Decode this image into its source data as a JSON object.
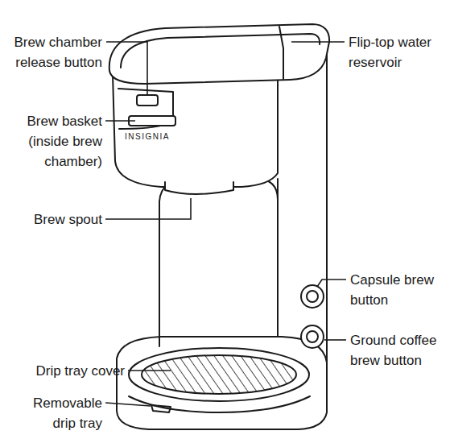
{
  "diagram": {
    "labels": [
      "Brew chamber release button",
      "Flip-top water reservoir",
      "Brew basket (inside brew chamber)",
      "INSIGNIA",
      "Brew spout",
      "Capsule brew button",
      "Ground coffee brew button",
      "Drip tray cover",
      "Removable drip tray"
    ]
  }
}
